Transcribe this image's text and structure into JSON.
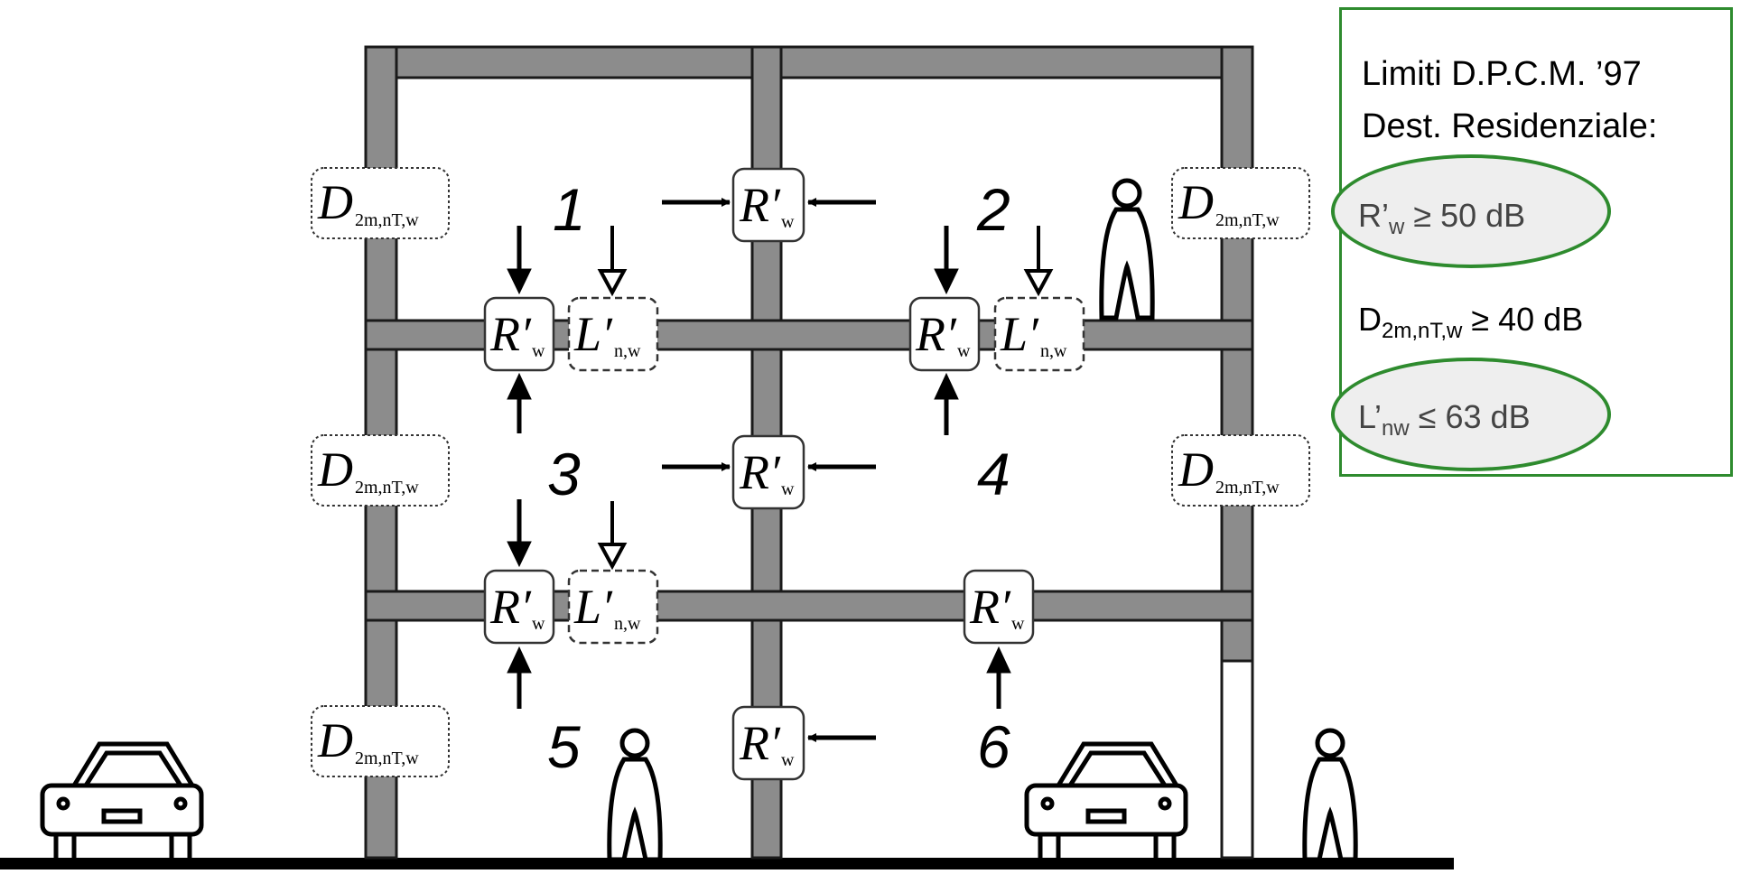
{
  "rooms": [
    "1",
    "2",
    "3",
    "4",
    "5",
    "6"
  ],
  "symbols": {
    "facade_main": "D",
    "facade_sub": "2m,nT,w",
    "wall_main": "R′",
    "wall_sub": "w",
    "impact_main": "L′",
    "impact_sub": "n,w"
  },
  "limits": {
    "title_line1": "Limiti D.P.C.M. ’97",
    "title_line2": "Dest. Residenziale:",
    "r_main": "R’",
    "r_sub": "w",
    "r_rel": " ≥ 50 dB",
    "d_main": "D",
    "d_sub": "2m,nT,w",
    "d_rel": " ≥ 40 dB",
    "l_main": "L’",
    "l_sub": "nw",
    "l_rel": " ≤ 63 dB"
  },
  "colors": {
    "structure": "#8c8c8c",
    "outline": "#1a1a1a",
    "accent": "#2e8b2e",
    "highlight_fill": "#eeeeee"
  }
}
